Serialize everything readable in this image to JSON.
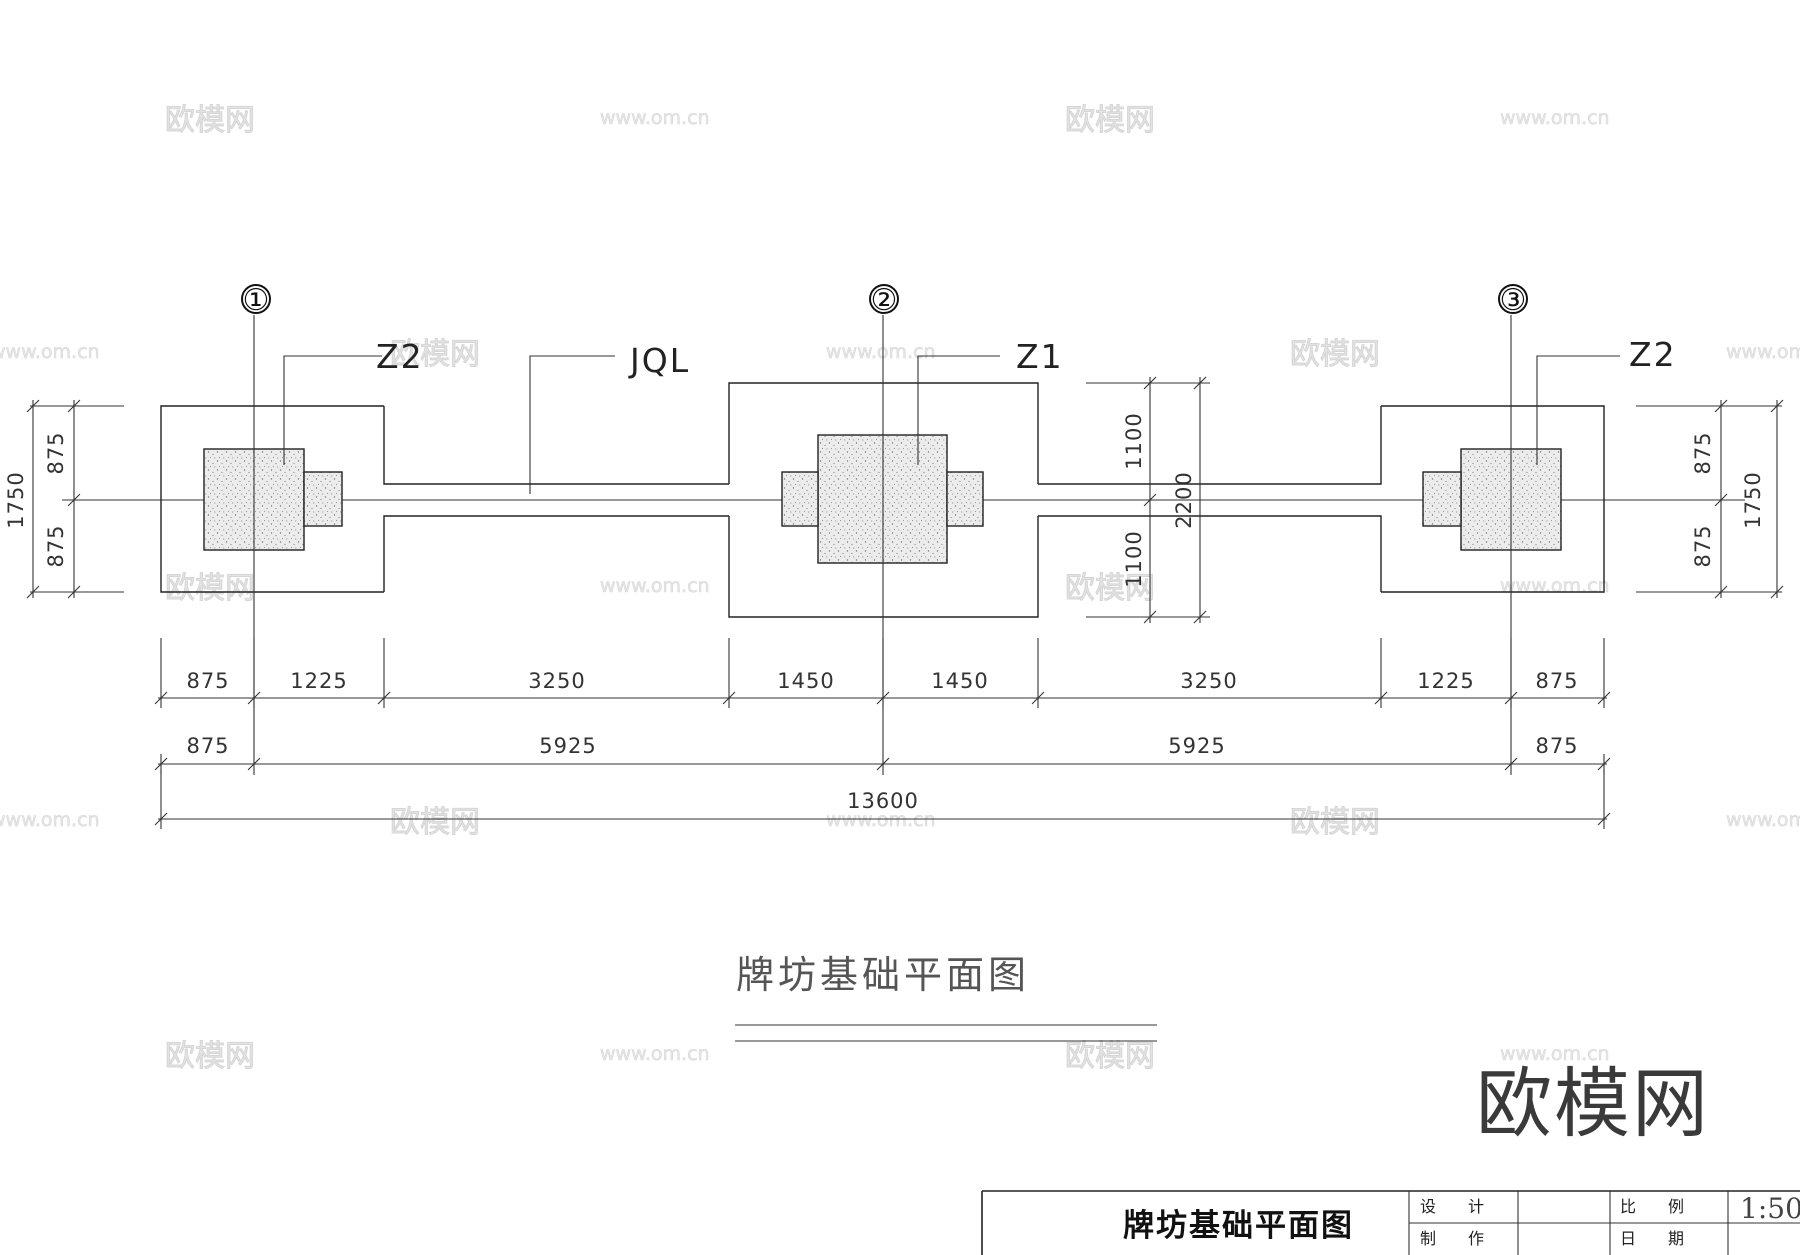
{
  "axes": [
    "①",
    "②",
    "③"
  ],
  "column_labels": {
    "z2_left": "Z2",
    "beam": "JQL",
    "z1": "Z1",
    "z2_right": "Z2"
  },
  "dimensions": {
    "row1": [
      "875",
      "1225",
      "3250",
      "1450",
      "1450",
      "3250",
      "1225",
      "875"
    ],
    "row2": [
      "875",
      "5925",
      "5925",
      "875"
    ],
    "total": "13600",
    "left_vertical": [
      "875",
      "875",
      "1750"
    ],
    "right_vertical": [
      "875",
      "875",
      "1750"
    ],
    "center_vertical": [
      "1100",
      "1100",
      "2200"
    ]
  },
  "drawing_title": "牌坊基础平面图",
  "title_block": {
    "title": "牌坊基础平面图",
    "design_label": "设　　计",
    "make_label": "制　　作",
    "scale_label": "比　　例",
    "scale_value": "1:50",
    "date_label": "日　　期"
  },
  "watermark": {
    "brand": "欧模网",
    "url": "www.om.cn"
  }
}
